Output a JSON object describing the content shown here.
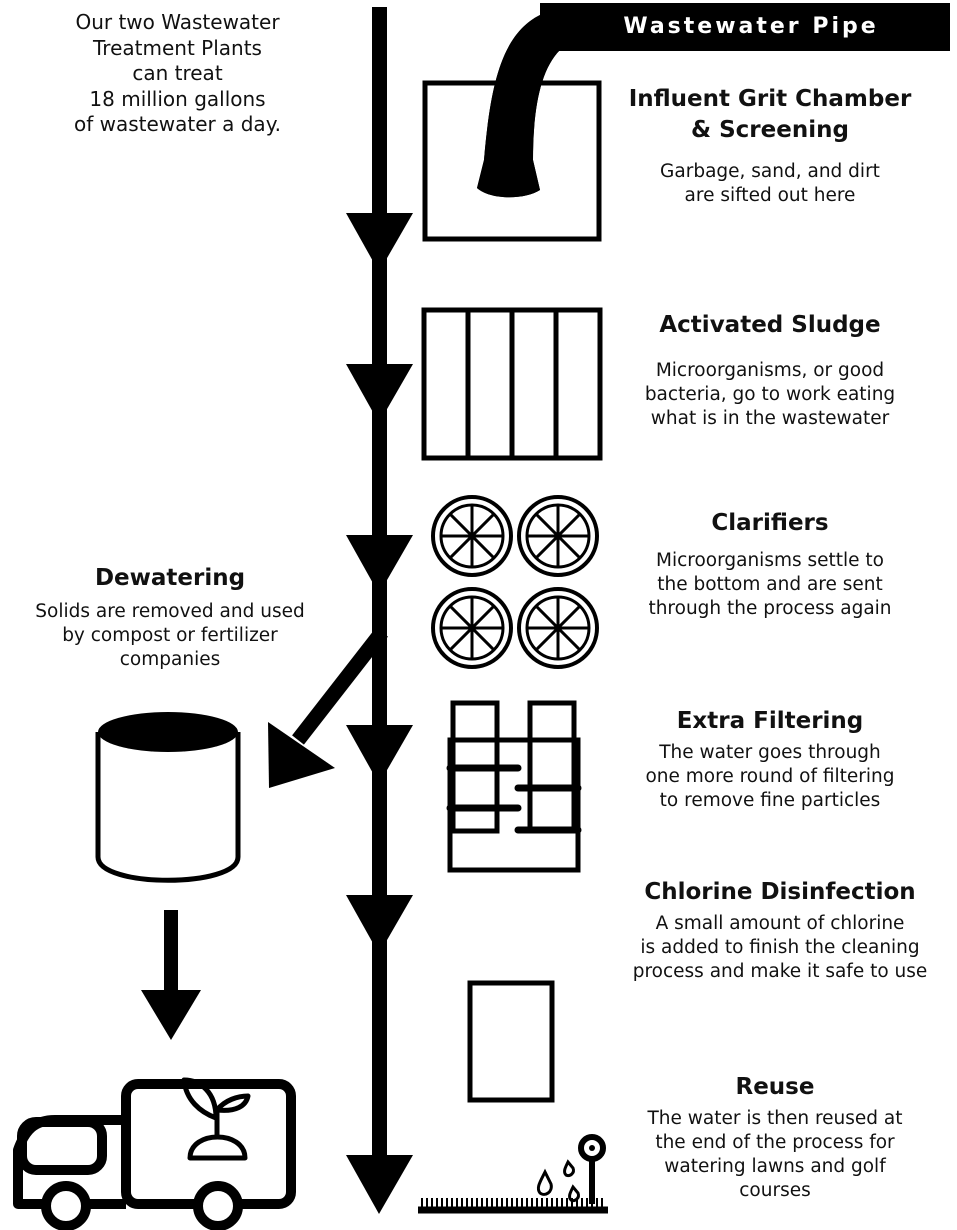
{
  "intro_lines": [
    "Our two Wastewater",
    "Treatment Plants",
    "can treat",
    "18 million gallons",
    "of wastewater a day."
  ],
  "pipe_label": "Wastewater Pipe",
  "steps": [
    {
      "title_lines": [
        "Influent Grit Chamber",
        "& Screening"
      ],
      "desc_lines": [
        "Garbage, sand, and dirt",
        "are sifted out here"
      ]
    },
    {
      "title_lines": [
        "Activated Sludge"
      ],
      "desc_lines": [
        "Microorganisms, or good",
        "bacteria, go to work eating",
        "what is in the wastewater"
      ]
    },
    {
      "title_lines": [
        "Clarifiers"
      ],
      "desc_lines": [
        "Microorganisms settle to",
        "the bottom and are sent",
        "through the process again"
      ]
    },
    {
      "title_lines": [
        "Extra Filtering"
      ],
      "desc_lines": [
        "The water goes through",
        "one more round of filtering",
        "to remove fine particles"
      ]
    },
    {
      "title_lines": [
        "Chlorine Disinfection"
      ],
      "desc_lines": [
        "A small amount of chlorine",
        "is added to finish the cleaning",
        "process and make it safe to use"
      ]
    },
    {
      "title_lines": [
        "Reuse"
      ],
      "desc_lines": [
        "The water is then reused at",
        "the end of the process for",
        "watering lawns and golf",
        "courses"
      ]
    }
  ],
  "side_branch": {
    "title": "Dewatering",
    "desc_lines": [
      "Solids are removed and used",
      "by compost or fertilizer",
      "companies"
    ]
  },
  "icons": [
    "pipe-icon",
    "grit-chamber-icon",
    "sludge-tank-icon",
    "clarifier-icon",
    "filter-icon",
    "chlorine-tank-icon",
    "reuse-icon",
    "sprinkler-icon",
    "dewatering-bin-icon",
    "compost-truck-icon"
  ],
  "colors": {
    "ink": "#000000",
    "background": "#ffffff"
  }
}
